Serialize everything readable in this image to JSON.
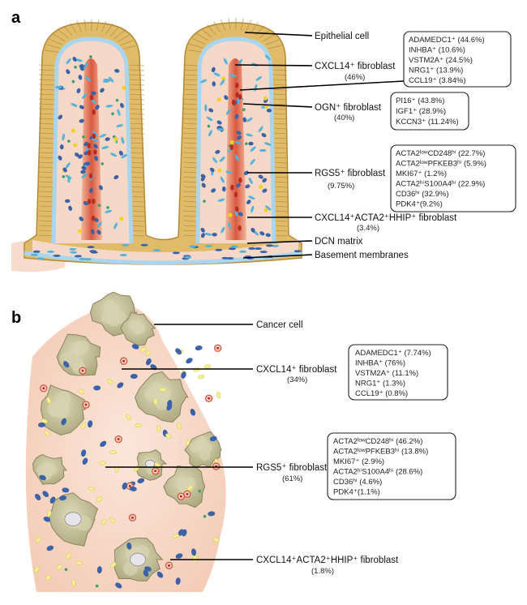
{
  "panels": [
    {
      "letter": "a",
      "labels": [
        {
          "id": "epithelial",
          "name": "Epithelial cell",
          "pct": ""
        },
        {
          "id": "cxcl14",
          "name": "CXCL14⁺ fibroblast",
          "pct": "(46%)"
        },
        {
          "id": "ogn",
          "name": "OGN⁺ fibroblast",
          "pct": "(40%)"
        },
        {
          "id": "rgs5",
          "name": "RGS5⁺ fibroblast",
          "pct": "(9.75%)"
        },
        {
          "id": "triple",
          "name": "CXCL14⁺ACTA2⁺HHIP⁺ fibroblast",
          "pct": "(3.4%)"
        },
        {
          "id": "dcn",
          "name": "DCN matrix",
          "pct": ""
        },
        {
          "id": "basement",
          "name": "Basement membranes",
          "pct": ""
        }
      ],
      "boxes": [
        {
          "id": "box-cxcl14",
          "lines": [
            "ADAMEDC1⁺ (44.6%)",
            "INHBA⁺ (10.6%)",
            "VSTM2A⁺ (24.5%)",
            "NRG1⁺ (13.9%)",
            "CCL19⁺ (3.84%)"
          ]
        },
        {
          "id": "box-ogn",
          "lines": [
            "PI16⁺ (43.8%)",
            "IGF1⁺ (28.9%)",
            "KCCN3⁺ (11.24%)"
          ]
        },
        {
          "id": "box-rgs5",
          "lines": [
            "ACTA2ˡᵒʷCD248ʰⁱ (22.7%)",
            "ACTA2ˡᵒʷPFKEB3ʰⁱ (5.9%)",
            "MKI67⁺ (1.2%)",
            "ACTA2ʰⁱS100A4ʰⁱ (22.9%)",
            "CD36ʰⁱ (32.9%)",
            "PDK4⁺(9.2%)"
          ]
        }
      ]
    },
    {
      "letter": "b",
      "labels": [
        {
          "id": "cancer",
          "name": "Cancer cell",
          "pct": ""
        },
        {
          "id": "cxcl14",
          "name": "CXCL14⁺ fibroblast",
          "pct": "(34%)"
        },
        {
          "id": "rgs5",
          "name": "RGS5⁺ fibroblast",
          "pct": "(61%)"
        },
        {
          "id": "triple",
          "name": "CXCL14⁺ACTA2⁺HHIP⁺ fibroblast",
          "pct": "(1.8%)"
        }
      ],
      "boxes": [
        {
          "id": "box-cxcl14",
          "lines": [
            "ADAMEDC1⁺ (7.74%)",
            "INHBA⁺ (76%)",
            "VSTM2A⁺ (11.1%)",
            "NRG1⁺ (1.3%)",
            "CCL19⁺ (0.8%)"
          ]
        },
        {
          "id": "box-rgs5",
          "lines": [
            "ACTA2ˡᵒʷCD248ʰⁱ (46.2%)",
            "ACTA2ˡᵒʷPFKEB3ʰⁱ (13.8%)",
            "MKI67⁺ (2.9%)",
            "ACTA2ʰⁱS100A4ʰⁱ (28.6%)",
            "CD36ʰⁱ (4.6%)",
            "PDK4⁺(1.1%)"
          ]
        }
      ]
    }
  ],
  "colors": {
    "epithelium": "#e0bc6a",
    "epithelium_edge": "#b48a35",
    "stroma": "#f6d8c8",
    "membrane": "#a9d6ee",
    "vessel": "#d9593f",
    "fibroblast_blue": "#3c62a8",
    "fibroblast_teal": "#55b4d6",
    "fibroblast_yellow": "#f2d21a",
    "fibroblast_green": "#3aa064",
    "tumor": "#c8c39a",
    "tumor_edge": "#8c8660"
  }
}
